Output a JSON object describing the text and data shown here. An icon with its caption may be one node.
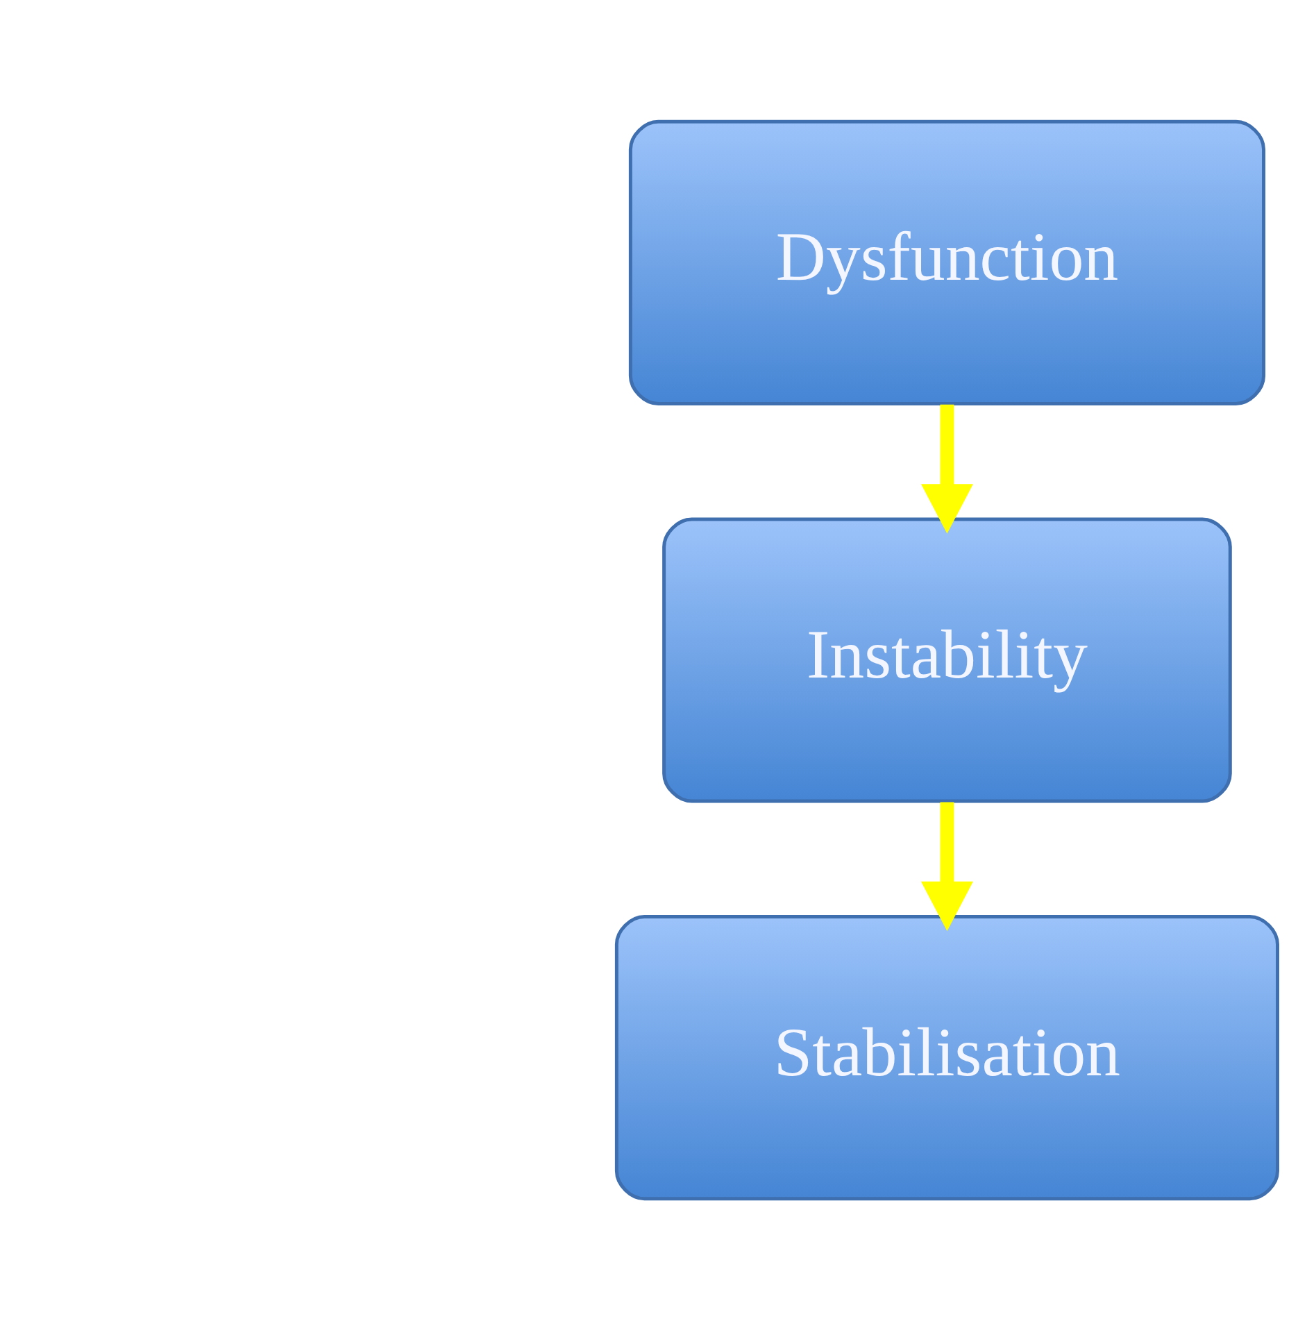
{
  "diagram": {
    "nodes": [
      {
        "text": [
          "Dysfunction"
        ]
      },
      {
        "text": [
          "Instability"
        ]
      },
      {
        "text": [
          "Stabilisation"
        ]
      }
    ],
    "edges": [
      {
        "from": 0,
        "to": 1,
        "arrow": "to"
      },
      {
        "from": 1,
        "to": 2,
        "arrow": "to"
      }
    ]
  }
}
